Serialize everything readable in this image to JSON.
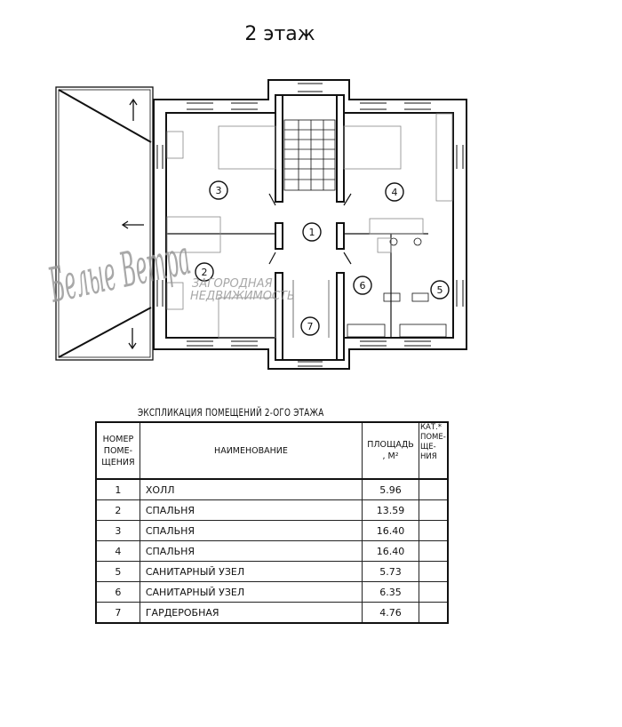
{
  "title": "2 этаж",
  "plan": {
    "room_numbers": [
      "1",
      "2",
      "3",
      "4",
      "5",
      "6",
      "7"
    ],
    "watermark": {
      "logo": "Белые Ветра",
      "line1": "ЗАГОРОДНАЯ",
      "line2": "НЕДВИЖИМОСТЬ"
    }
  },
  "explication": {
    "title": "ЭКСПЛИКАЦИЯ ПОМЕЩЕНИЙ 2-ОГО ЭТАЖА",
    "headers": {
      "number": "НОМЕР ПОМЕ- ЩЕНИЯ",
      "name": "НАИМЕНОВАНИЕ",
      "area": "ПЛОЩАДЬ , М²",
      "category": "КАТ.* ПОМЕ- ЩЕ- НИЯ"
    },
    "rows": [
      {
        "num": "1",
        "name": "ХОЛЛ",
        "area": "5.96",
        "cat": ""
      },
      {
        "num": "2",
        "name": "СПАЛЬНЯ",
        "area": "13.59",
        "cat": ""
      },
      {
        "num": "3",
        "name": "СПАЛЬНЯ",
        "area": "16.40",
        "cat": ""
      },
      {
        "num": "4",
        "name": "СПАЛЬНЯ",
        "area": "16.40",
        "cat": ""
      },
      {
        "num": "5",
        "name": "САНИТАРНЫЙ УЗЕЛ",
        "area": "5.73",
        "cat": ""
      },
      {
        "num": "6",
        "name": "САНИТАРНЫЙ УЗЕЛ",
        "area": "6.35",
        "cat": ""
      },
      {
        "num": "7",
        "name": "ГАРДЕРОБНАЯ",
        "area": "4.76",
        "cat": ""
      }
    ]
  }
}
